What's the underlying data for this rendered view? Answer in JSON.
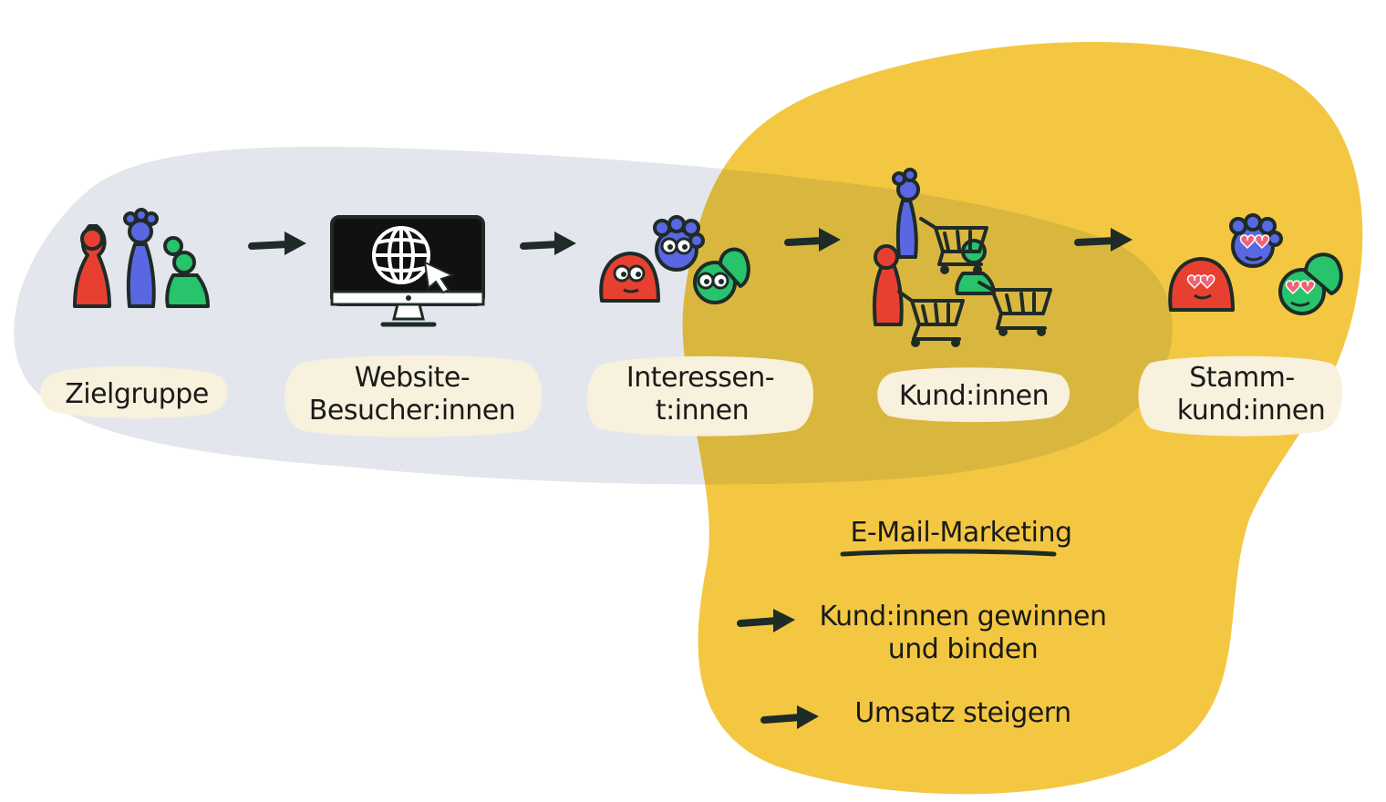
{
  "colors": {
    "gray_blob": "#e3e6ec",
    "yellow_blob": "#f4c742",
    "overlap": "#d9b73f",
    "bubble": "#f7f1dd",
    "ink": "#1e2b27",
    "person_red": "#e84030",
    "person_blue": "#5a67e3",
    "person_green": "#27c46b",
    "heart_pink": "#f06478"
  },
  "stages": [
    {
      "line1": "Zielgruppe",
      "line2": "",
      "icon": "target-group-icon"
    },
    {
      "line1": "Website-",
      "line2": "Besucher:innen",
      "icon": "monitor-globe-icon"
    },
    {
      "line1": "Interessen-",
      "line2": "t:innen",
      "icon": "interested-faces-icon"
    },
    {
      "line1": "Kund:innen",
      "line2": "",
      "icon": "shopping-carts-icon"
    },
    {
      "line1": "Stamm-",
      "line2": "kund:innen",
      "icon": "heart-eyes-faces-icon"
    }
  ],
  "email_marketing": {
    "title": "E-Mail-Marketing",
    "benefits": [
      {
        "line1": "Kund:innen gewinnen",
        "line2": "und binden"
      },
      {
        "line1": "Umsatz steigern",
        "line2": ""
      }
    ]
  }
}
